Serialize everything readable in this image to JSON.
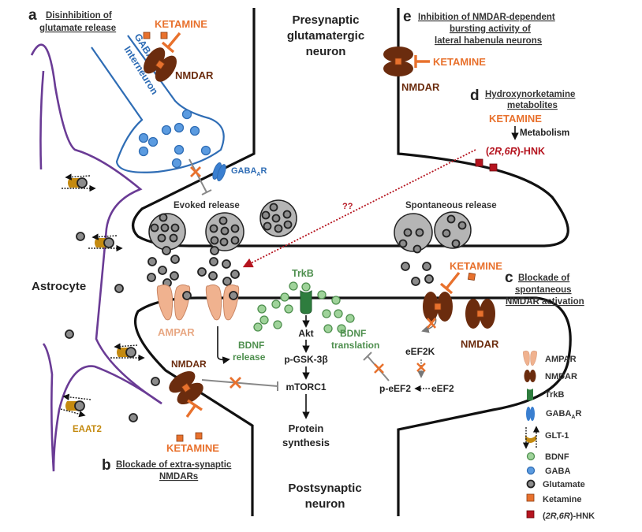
{
  "panels": {
    "a": {
      "letter": "a",
      "title_line1": "Disinhibition of",
      "title_line2": "glutamate release"
    },
    "b": {
      "letter": "b",
      "title_line1": "Blockade of extra-synaptic",
      "title_line2": "NMDARs"
    },
    "c": {
      "letter": "c",
      "title_line1": "Blockade of",
      "title_line2": "spontaneous",
      "title_line3": "NMDAR activation"
    },
    "d": {
      "letter": "d",
      "title_line1": "Hydroxynorketamine",
      "title_line2": "metabolites"
    },
    "e": {
      "letter": "e",
      "title_line1": "Inhibition of NMDAR-dependent",
      "title_line2": "bursting activity of",
      "title_line3": "lateral habenula neurons"
    }
  },
  "labels": {
    "presynaptic_line1": "Presynaptic",
    "presynaptic_line2": "glutamatergic",
    "presynaptic_line3": "neuron",
    "postsynaptic_line1": "Postsynaptic",
    "postsynaptic_line2": "neuron",
    "astrocyte": "Astrocyte",
    "gabaergic_line1": "GABAergic",
    "gabaergic_line2": "Interneuron",
    "gabaar": "GABA",
    "gabaar_sub": "A",
    "gabaar_suffix": "R",
    "evoked_release": "Evoked release",
    "spontaneous_release": "Spontaneous release",
    "ketamine": "KETAMINE",
    "nmdar": "NMDAR",
    "ampar": "AMPAR",
    "trkb": "TrkB",
    "eaat2": "EAAT2",
    "bdnf_release_1": "BDNF",
    "bdnf_release_2": "release",
    "bdnf_translation_1": "BDNF",
    "bdnf_translation_2": "translation",
    "akt": "Akt",
    "pgsk3b": "p-GSK-3β",
    "mtorc1": "mTORC1",
    "protein_1": "Protein",
    "protein_2": "synthesis",
    "eef2k": "eEF2K",
    "peef2": "p-eEF2",
    "eef2": "eEF2",
    "metabolism": "Metabolism",
    "hnk_prefix": "(",
    "hnk_2r": "2R,6R",
    "hnk_suffix": ")-HNK",
    "unknown": "??"
  },
  "legend": {
    "items": [
      {
        "icon": "ampar-icon",
        "label": "AMPAR"
      },
      {
        "icon": "nmdar-icon",
        "label": "NMDAR"
      },
      {
        "icon": "trkb-icon",
        "label": "TrkB"
      },
      {
        "icon": "gabaar-icon",
        "label": "GABA",
        "sub": "A",
        "suffix": "R"
      },
      {
        "icon": "glt1-icon",
        "label": "GLT-1"
      },
      {
        "icon": "bdnf-icon",
        "label": "BDNF"
      },
      {
        "icon": "gaba-icon",
        "label": "GABA"
      },
      {
        "icon": "glutamate-icon",
        "label": "Glutamate"
      },
      {
        "icon": "ketamine-icon",
        "label": "Ketamine"
      },
      {
        "icon": "hnk-icon",
        "label_prefix": "(",
        "label_italic": "2R,6R",
        "label_suffix": ")-HNK"
      }
    ]
  },
  "colors": {
    "ketamine": "#e8712d",
    "nmdar": "#6b2c0e",
    "ampar": "#f0b28f",
    "trkb": "#2e7d3e",
    "gabaar": "#2f6db5",
    "bdnf": "#9fd39a",
    "glutamate": "#8c8c8c",
    "hnk": "#b5141f",
    "astrocyte": "#6a3b95",
    "eaat2": "#c48a10"
  }
}
